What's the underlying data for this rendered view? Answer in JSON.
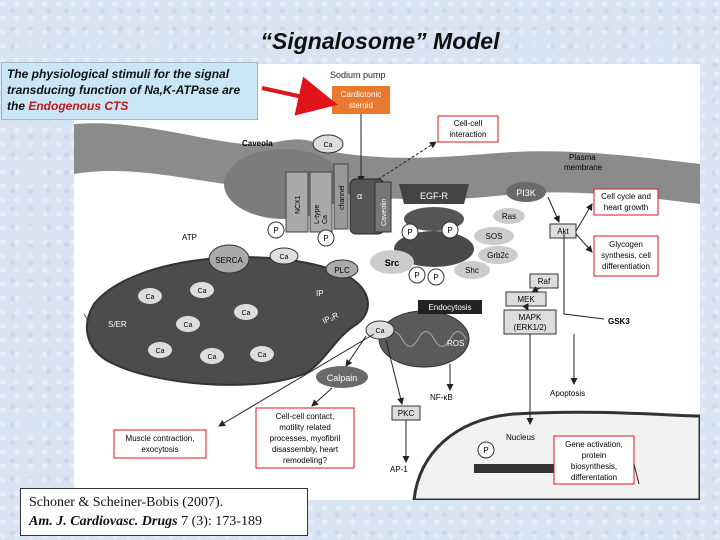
{
  "slide": {
    "title": "“Signalosome” Model",
    "callout_part1": "The physiological stimuli for the signal transducing function of Na,K-ATPase are the ",
    "callout_highlight": "Endogenous CTS",
    "reference_line1": "Schoner & Scheiner-Bobis (2007).",
    "reference_journal": "Am. J. Cardiovasc. Drugs",
    "reference_tail": " 7 (3): 173-189"
  },
  "colors": {
    "membrane": "#898989",
    "dark_organelle": "#4a4a4a",
    "orange_box": "#e87a30",
    "arrow_red": "#e0141a",
    "box_outline": "#e0141a"
  },
  "diagram": {
    "sodium_pump": "Sodium pump",
    "cardiotonic_1": "Cardiotonic",
    "cardiotonic_2": "steroid",
    "cell_cell_1": "Cell-cell",
    "cell_cell_2": "interaction",
    "caveola": "Caveola",
    "plasma_1": "Plasma",
    "plasma_2": "membrane",
    "ca": "Ca",
    "ncx1": "NCX1",
    "ltype_1": "L-type",
    "ltype_2": "Ca",
    "ltype_3": "channel",
    "caveolin": "Caveolin",
    "alpha": "α",
    "egfr": "EGF-R",
    "pi3k": "PI3K",
    "ras": "Ras",
    "sos": "SOS",
    "grb2c": "Grb2c",
    "shc": "Shc",
    "src": "Src",
    "akt": "Akt",
    "raf": "Raf",
    "mek": "MEK",
    "mapk": "MAPK",
    "erk": "(ERK1/2)",
    "gsk3": "GSK3",
    "cell_cycle_1": "Cell cycle and",
    "cell_cycle_2": "heart growth",
    "glycogen_1": "Glycogen",
    "glycogen_2": "synthesis, cell",
    "glycogen_3": "differentiation",
    "atp": "ATP",
    "p": "P",
    "serca": "SERCA",
    "plc": "PLC",
    "ip3": "IP",
    "ip3r": "IP₃R",
    "ser": "S/ER",
    "endocytosis": "Endocytosis",
    "ros": "ROS",
    "nfkb": "NF-κB",
    "apoptosis": "Apoptosis",
    "calpain": "Calpain",
    "pkc": "PKC",
    "ap1": "AP-1",
    "nucleus": "Nucleus",
    "muscle_1": "Muscle contraction,",
    "muscle_2": "exocytosis",
    "cellcontact_1": "Cell-cell contact,",
    "cellcontact_2": "motility related",
    "cellcontact_3": "processes, myofibril",
    "cellcontact_4": "disassembly, heart",
    "cellcontact_5": "remodeling?",
    "gene_1": "Gene activation,",
    "gene_2": "protein",
    "gene_3": "biosynthesis,",
    "gene_4": "differentation"
  }
}
